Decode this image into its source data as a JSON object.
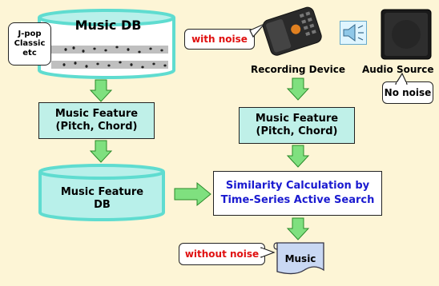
{
  "music_db": {
    "title": "Music DB",
    "genres": [
      "J-pop",
      "Classic",
      "etc"
    ]
  },
  "left": {
    "feature_box": [
      "Music Feature",
      "(Pitch, Chord)"
    ],
    "feature_db": [
      "Music Feature",
      "DB"
    ]
  },
  "right": {
    "with_noise": "with noise",
    "recording_device": "Recording Device",
    "audio_source": "Audio Source",
    "no_noise": "No noise",
    "feature_box": [
      "Music Feature",
      "(Pitch, Chord)"
    ]
  },
  "similarity": [
    "Similarity Calculation by",
    "Time-Series Active Search"
  ],
  "output": {
    "without_noise": "without noise",
    "music": "Music"
  },
  "colors": {
    "background": "#fdf5d6",
    "box_fill": "#bff0e8",
    "arrow_fill": "#7fe07f",
    "similarity_text": "#1a1ad0",
    "noise_text": "#e01010",
    "cylinder_fill": "#b8f0ea",
    "cylinder_stroke": "#5fdcd0"
  }
}
